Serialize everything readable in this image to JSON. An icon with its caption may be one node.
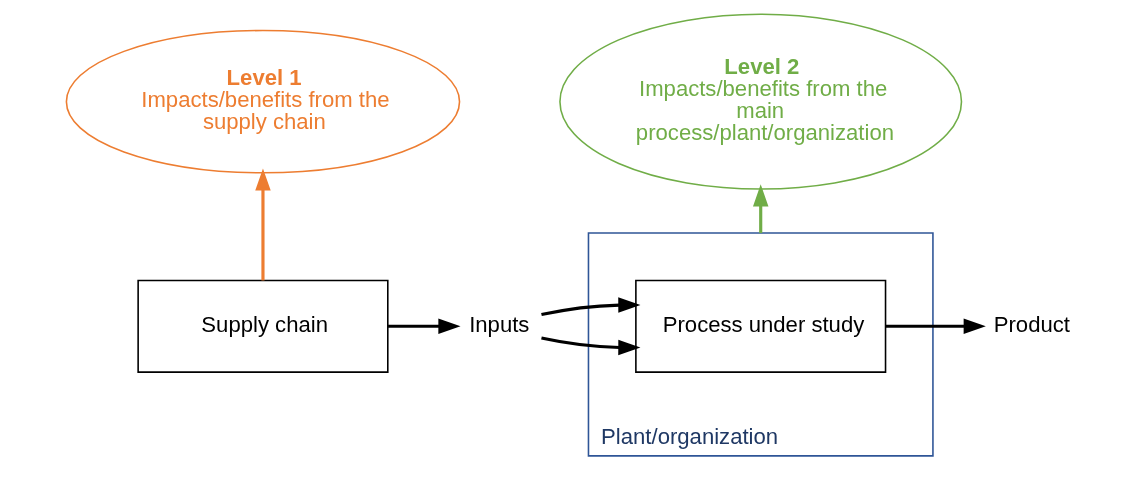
{
  "diagram": {
    "nodes": [
      {
        "text": [
          "Level 1",
          "Impacts/benefits from the supply chain"
        ]
      },
      {
        "text": [
          "Level 2",
          "Impacts/benefits from the main process/plant/organization"
        ]
      },
      {
        "text": [
          "Supply chain"
        ]
      },
      {
        "text": [
          "Inputs"
        ]
      },
      {
        "text": [
          "Plant/organization"
        ]
      },
      {
        "text": [
          "Process under study"
        ],
        "in": 4
      },
      {
        "text": [
          "Product"
        ]
      }
    ],
    "edges": [
      {
        "from": 2,
        "to": 0,
        "arrow": "to",
        "color": "#ed7d31"
      },
      {
        "from": 4,
        "to": 1,
        "arrow": "to",
        "color": "#70ad47"
      },
      {
        "from": 2,
        "to": 3,
        "arrow": "to"
      },
      {
        "from": 3,
        "to": 5,
        "arrow": "to"
      },
      {
        "from": 3,
        "to": 5,
        "arrow": "to"
      },
      {
        "from": 5,
        "to": 6,
        "arrow": "to"
      }
    ]
  }
}
